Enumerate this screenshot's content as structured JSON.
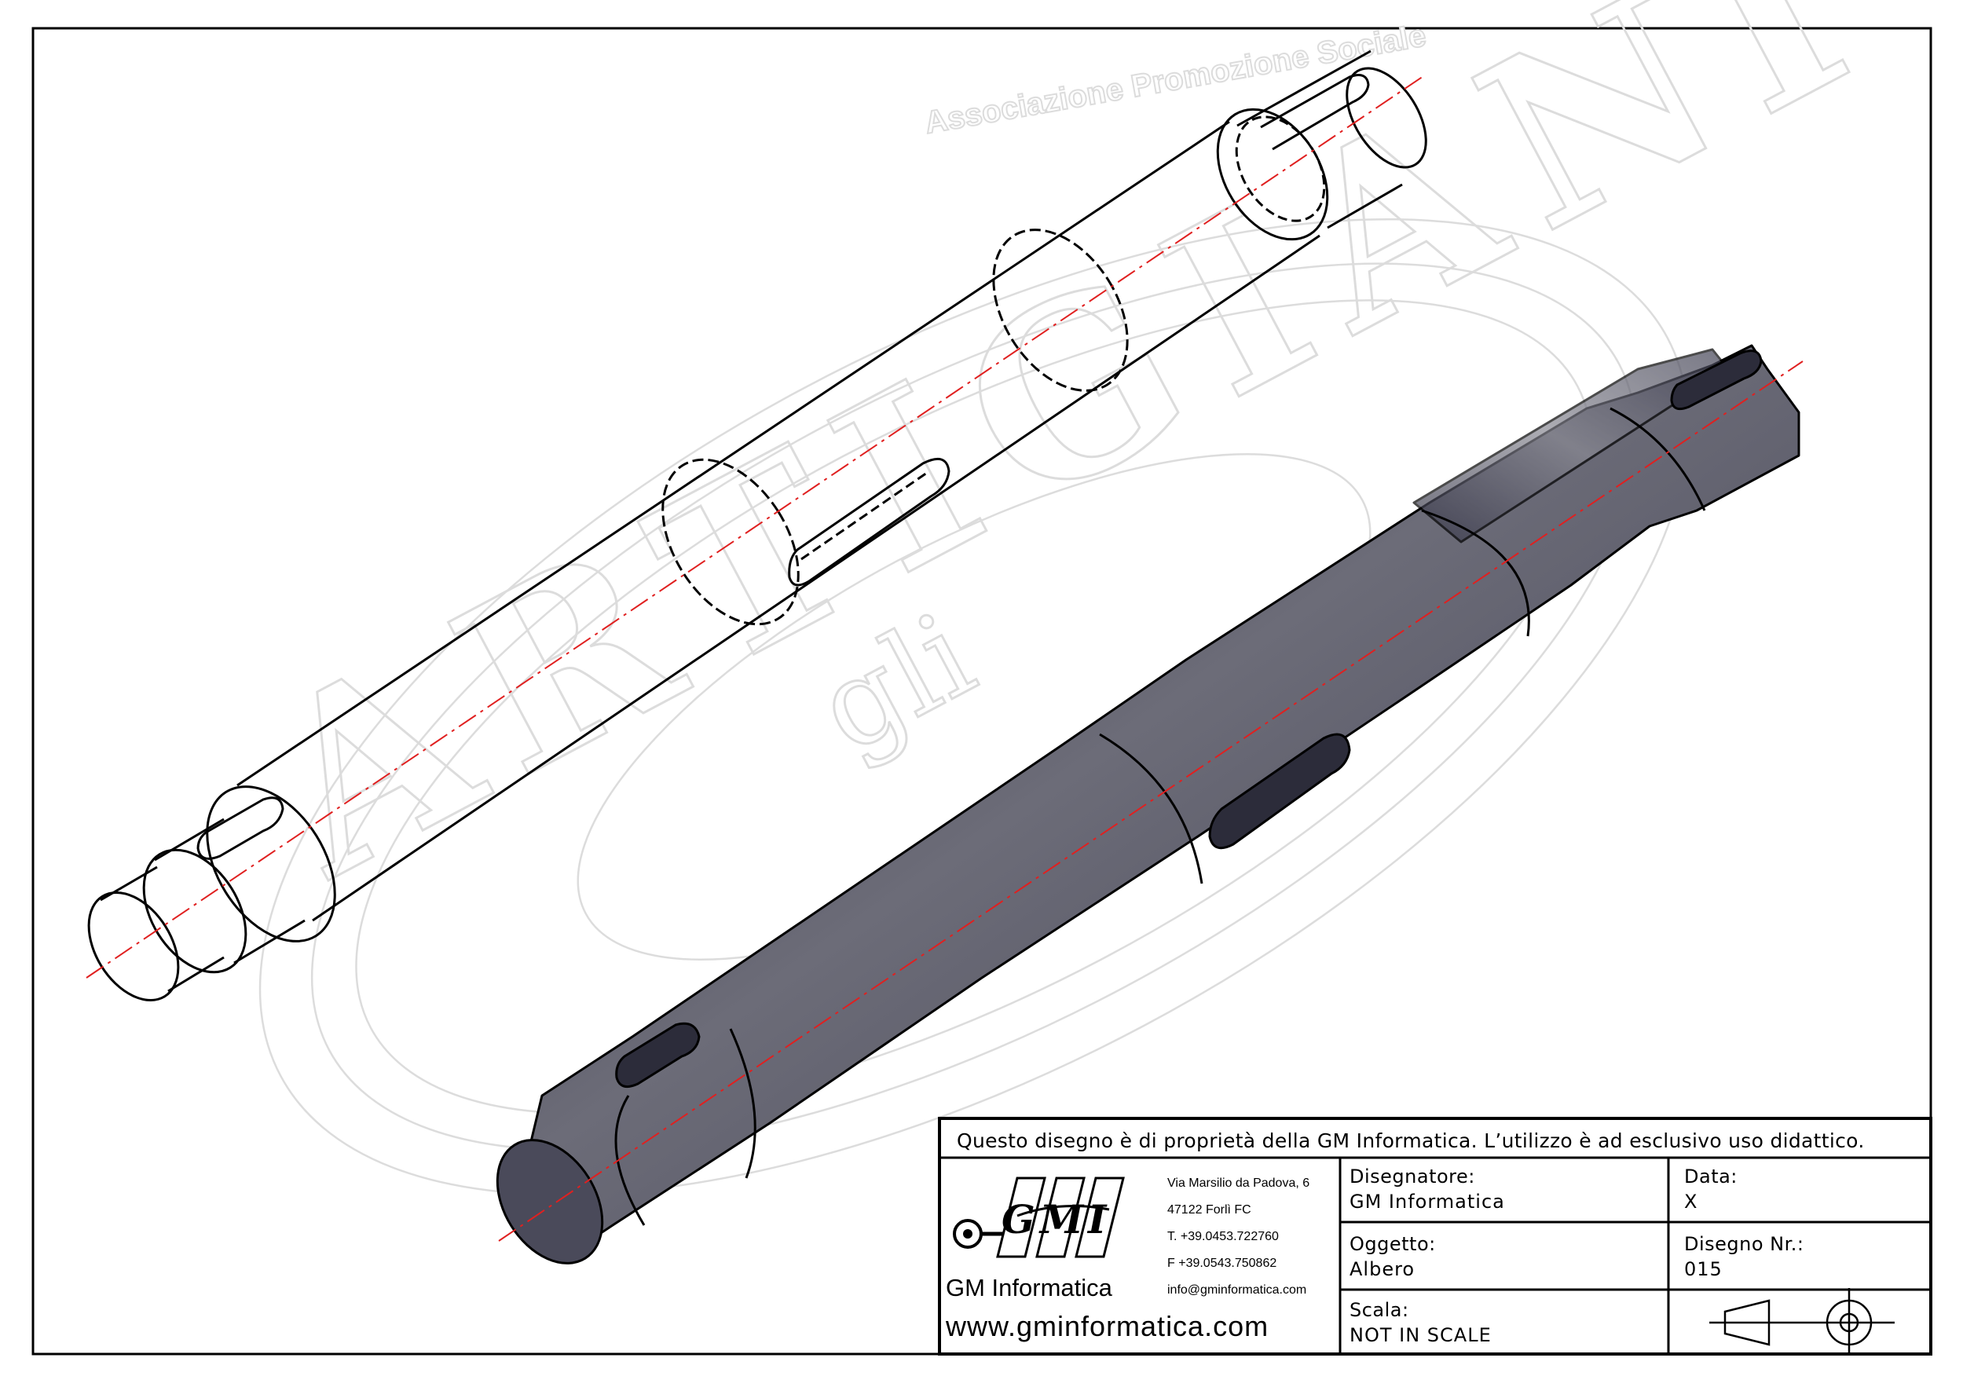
{
  "watermark": {
    "association": "Associazione Promozione Sociale",
    "big_text": "ARTIGIANI",
    "small_text": "gli"
  },
  "title_block": {
    "notice": "Questo disegno è di proprietà della GM Informatica. L’utilizzo è ad esclusivo uso didattico.",
    "logo_text": "GMI",
    "company_name": "GM Informatica",
    "website": "www.gminformatica.com",
    "address": [
      "Via Marsilio da Padova, 6",
      "47122 Forlì FC",
      "T. +39.0453.722760",
      "F +39.0543.750862",
      "info@gminformatica.com"
    ],
    "fields": {
      "designer_label": "Disegnatore:",
      "designer_value": "GM Informatica",
      "date_label": "Data:",
      "date_value": "X",
      "object_label": "Oggetto:",
      "object_value": "Albero",
      "drawing_no_label": "Disegno Nr.:",
      "drawing_no_value": "015",
      "scale_label": "Scala:",
      "scale_value": "NOT IN SCALE"
    }
  },
  "colors": {
    "line": "#000000",
    "axis": "#e02020",
    "watermark": "#d9d9d9",
    "shaft_dark": "#3a3a4a",
    "shaft_light": "#7a7a86"
  },
  "icons": [
    "projection-symbol-icon"
  ]
}
